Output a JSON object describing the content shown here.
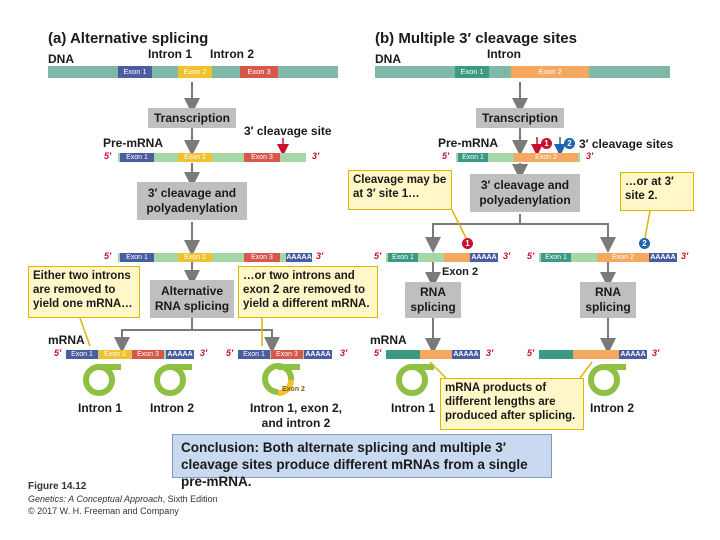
{
  "panel_a": {
    "title": "(a) Alternative splicing",
    "dna_label": "DNA",
    "intron1": "Intron 1",
    "intron2": "Intron 2",
    "exon1": "Exon 1",
    "exon2": "Exon 2",
    "exon3": "Exon 3",
    "transcription": "Transcription",
    "cleavage_site": "3′ cleavage site",
    "premrna_label": "Pre-mRNA",
    "five": "5′",
    "three": "3′",
    "polyA_box": "3′ cleavage and polyadenylation",
    "polyA": "AAAAA",
    "alt_box": "Alternative RNA splicing",
    "callout_left": "Either two introns are removed to yield one mRNA…",
    "callout_right": "…or two introns and exon 2 are removed to yield a different mRNA.",
    "mrna_label": "mRNA",
    "lariat1": "Intron 1",
    "lariat2": "Intron 2",
    "lariat3": "Intron 1, exon 2, and intron 2",
    "lariat3_exon": "Exon 2"
  },
  "panel_b": {
    "title": "(b) Multiple 3′ cleavage sites",
    "dna_label": "DNA",
    "intron": "Intron",
    "exon1": "Exon 1",
    "exon2": "Exon 2",
    "transcription": "Transcription",
    "premrna_label": "Pre-mRNA",
    "cleavage_sites": "3′ cleavage sites",
    "mark1": "1",
    "mark2": "2",
    "five": "5′",
    "three": "3′",
    "polyA_box": "3′ cleavage and polyadenylation",
    "callout_left": "Cleavage may be at 3′ site 1…",
    "callout_right": "…or at 3′ site 2.",
    "polyA": "AAAAA",
    "exon2_below": "Exon 2",
    "rna_splicing": "RNA splicing",
    "mrna_label": "mRNA",
    "lariat_left": "Intron 1",
    "lariat_right": "Intron 2",
    "products_box": "mRNA products of different lengths are produced after splicing."
  },
  "conclusion": "Conclusion: Both alternate splicing and multiple 3′ cleavage sites produce different mRNAs from a single pre-mRNA.",
  "caption": {
    "figure": "Figure 14.12",
    "book_italic": "Genetics: A Conceptual Approach",
    "book_rest": ", Sixth Edition",
    "copyright": "© 2017 W. H. Freeman and Company"
  },
  "colors": {
    "intron": "#7fb8a6",
    "exon1": "#4a5da0",
    "exon2": "#f2c12e",
    "exon3": "#d9574a",
    "exon2_b": "#f4a860",
    "exon1_b": "#3a9a82",
    "arrow": "#7a7a7a",
    "red": "#c8102e",
    "blue": "#1f64b0"
  }
}
